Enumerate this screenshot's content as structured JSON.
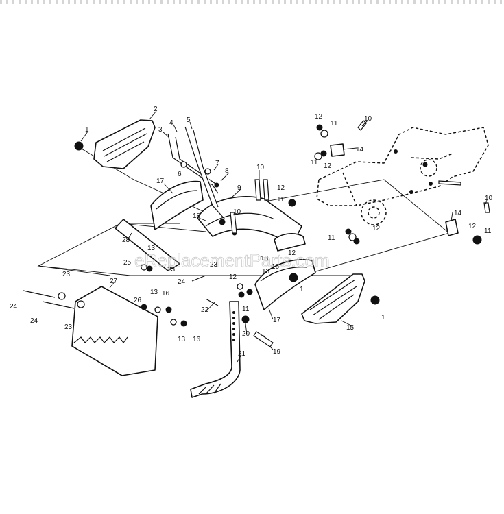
{
  "watermark": "eReplacementParts.com",
  "callouts": {
    "c1a": "1",
    "c1b": "1",
    "c1c": "1",
    "c2": "2",
    "c3": "3",
    "c4": "4",
    "c5": "5",
    "c6": "6",
    "c7": "7",
    "c8": "8",
    "c9": "9",
    "c10a": "10",
    "c10b": "10",
    "c10c": "10",
    "c10d": "10",
    "c11a": "11",
    "c11b": "11",
    "c11c": "11",
    "c11d": "11",
    "c11e": "11",
    "c11f": "11",
    "c12a": "12",
    "c12b": "12",
    "c12c": "12",
    "c12d": "12",
    "c12e": "12",
    "c12f": "12",
    "c12g": "12",
    "c13a": "13",
    "c13b": "13",
    "c13c": "13",
    "c13d": "13",
    "c13e": "13",
    "c14a": "14",
    "c14b": "14",
    "c15": "15",
    "c16a": "16",
    "c16b": "16",
    "c16c": "16",
    "c17a": "17",
    "c17b": "17",
    "c18": "18",
    "c19": "19",
    "c20": "20",
    "c21": "21",
    "c22": "22",
    "c23a": "23",
    "c23b": "23",
    "c23c": "23",
    "c23d": "23",
    "c24a": "24",
    "c24b": "24",
    "c24c": "24",
    "c25": "25",
    "c26": "26",
    "c27": "27",
    "c28": "28"
  }
}
